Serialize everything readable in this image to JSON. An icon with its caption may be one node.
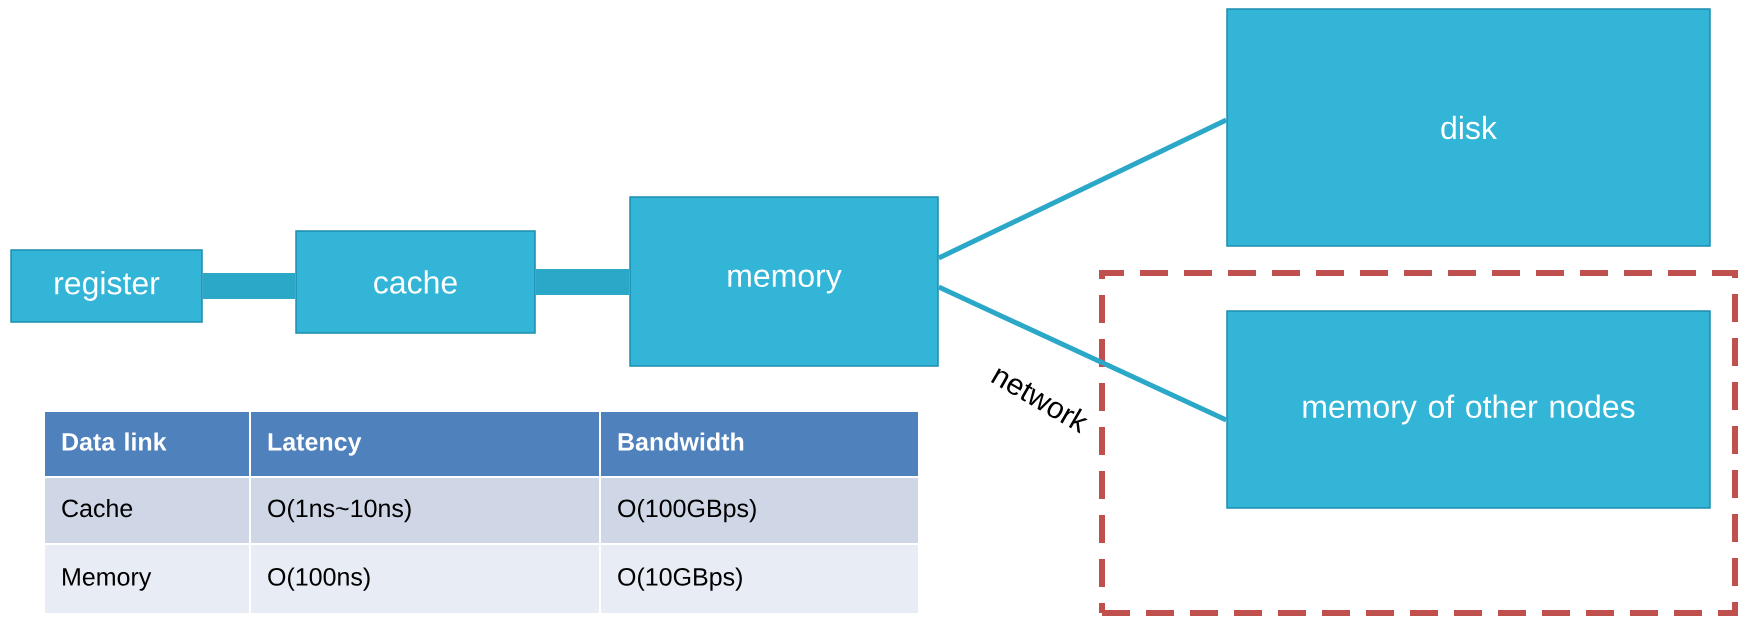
{
  "diagram": {
    "nodes": [
      {
        "text": [
          "register"
        ]
      },
      {
        "text": [
          "cache"
        ]
      },
      {
        "text": [
          "memory"
        ]
      },
      {
        "text": [
          "disk"
        ]
      },
      {
        "text": [],
        "shape": "box"
      },
      {
        "text": [
          "memory of other nodes"
        ],
        "in": 4
      }
    ],
    "edges": [
      {
        "from": 0,
        "to": 1,
        "arrow": "none",
        "style": "thick"
      },
      {
        "from": 1,
        "to": 2,
        "arrow": "none",
        "style": "thick"
      },
      {
        "from": 2,
        "to": 3,
        "arrow": "none"
      },
      {
        "from": 2,
        "to": 5,
        "arrow": "none",
        "label": "network"
      }
    ],
    "labels": [
      "Data link",
      "Latency",
      "Bandwidth",
      "Cache",
      "O(1ns~10ns)",
      "O(100GBps)",
      "Memory",
      "O(100ns)",
      "O(10GBps)"
    ]
  }
}
